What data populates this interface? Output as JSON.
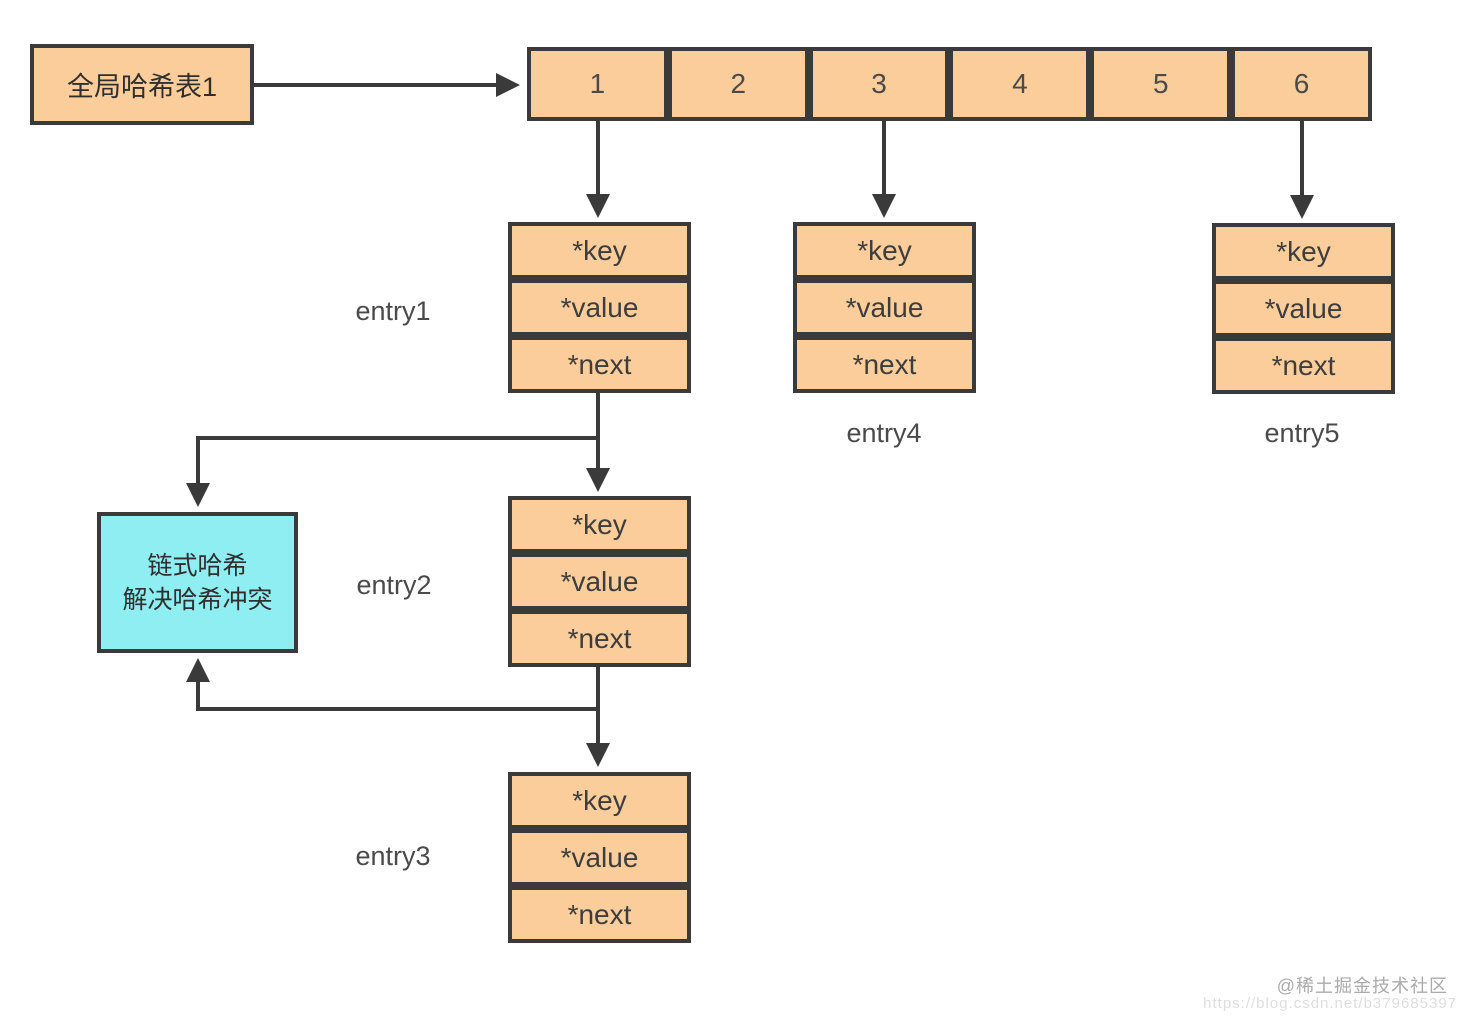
{
  "diagram": {
    "global_table_label": "全局哈希表1",
    "buckets": [
      "1",
      "2",
      "3",
      "4",
      "5",
      "6"
    ],
    "entry_fields": [
      "*key",
      "*value",
      "*next"
    ],
    "entries": [
      {
        "label": "entry1"
      },
      {
        "label": "entry2"
      },
      {
        "label": "entry3"
      },
      {
        "label": "entry4"
      },
      {
        "label": "entry5"
      }
    ],
    "chain_note": {
      "line1": "链式哈希",
      "line2": "解决哈希冲突"
    },
    "colors": {
      "node_fill": "#FBCD9B",
      "note_fill": "#8FEEF1",
      "stroke": "#3A3A3A",
      "label_text": "#4A4A4A"
    }
  },
  "watermark": {
    "community": "@稀土掘金技术社区",
    "url": "https://blog.csdn.net/b379685397"
  }
}
